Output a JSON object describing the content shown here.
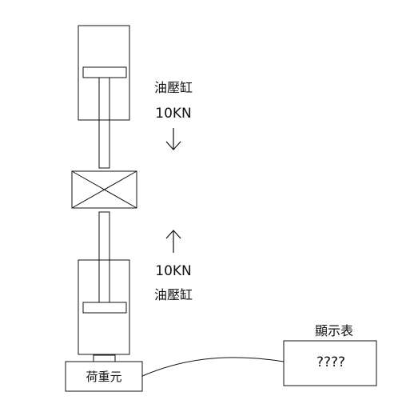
{
  "top_cylinder": {
    "label": "油壓缸",
    "force": "10KN"
  },
  "bottom_cylinder": {
    "label": "油壓缸",
    "force": "10KN"
  },
  "load_cell": {
    "label": "荷重元"
  },
  "display": {
    "title": "顯示表",
    "reading": "????"
  }
}
